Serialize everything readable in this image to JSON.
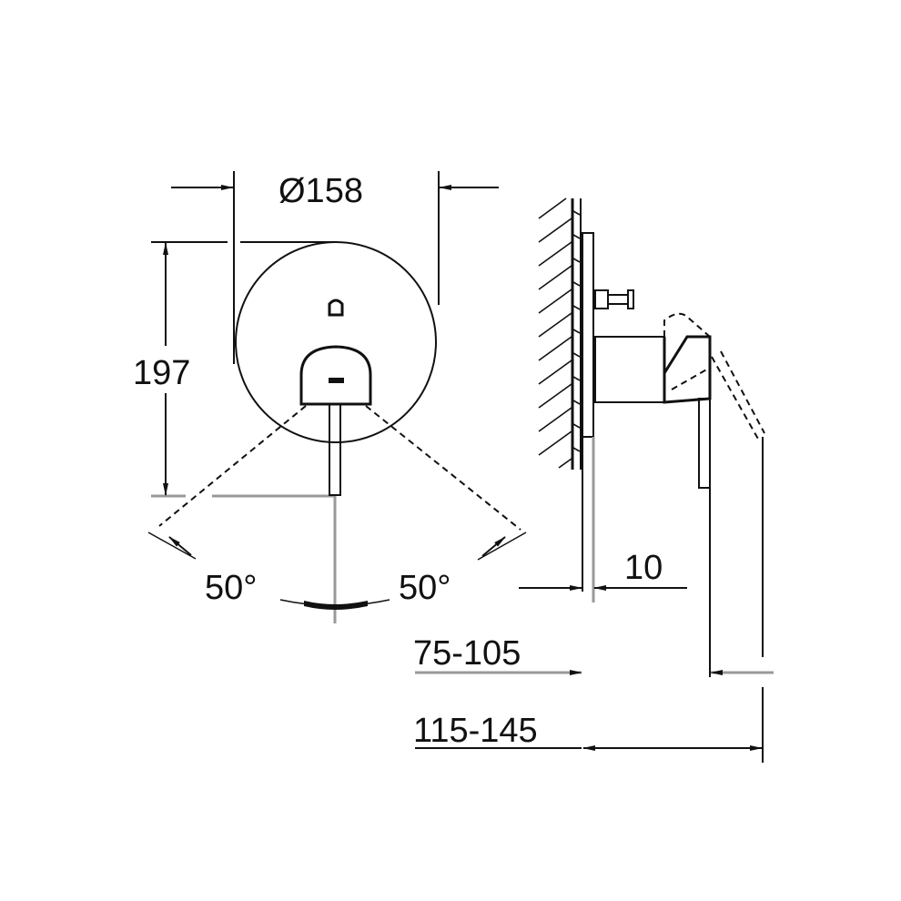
{
  "drawing": {
    "front_view": {
      "diameter_label": "Ø158",
      "height_label": "197",
      "angle_left_label": "50°",
      "angle_right_label": "50°"
    },
    "side_view": {
      "offset_label": "10",
      "depth_range_1_label": "75-105",
      "depth_range_2_label": "115-145"
    }
  }
}
